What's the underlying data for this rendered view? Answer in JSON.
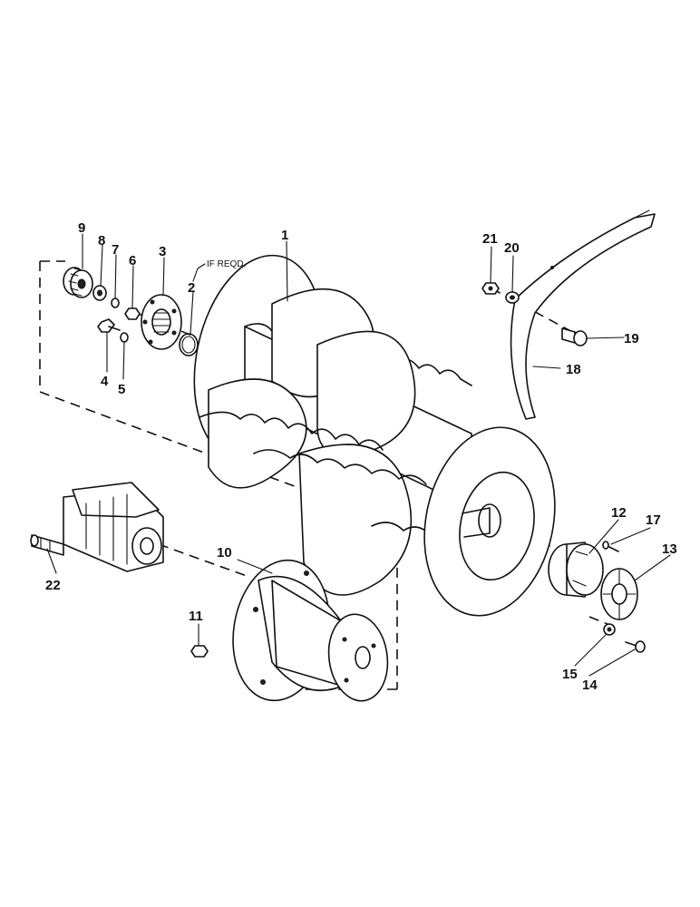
{
  "callouts": {
    "c1": "1",
    "c2": "2",
    "c3": "3",
    "c4": "4",
    "c5": "5",
    "c6": "6",
    "c7": "7",
    "c8": "8",
    "c9": "9",
    "c10": "10",
    "c11": "11",
    "c12": "12",
    "c13": "13",
    "c14": "14",
    "c15": "15",
    "c17": "17",
    "c18": "18",
    "c19": "19",
    "c20": "20",
    "c21": "21",
    "c22": "22"
  },
  "notes": {
    "if_reqd": "IF REQD."
  }
}
